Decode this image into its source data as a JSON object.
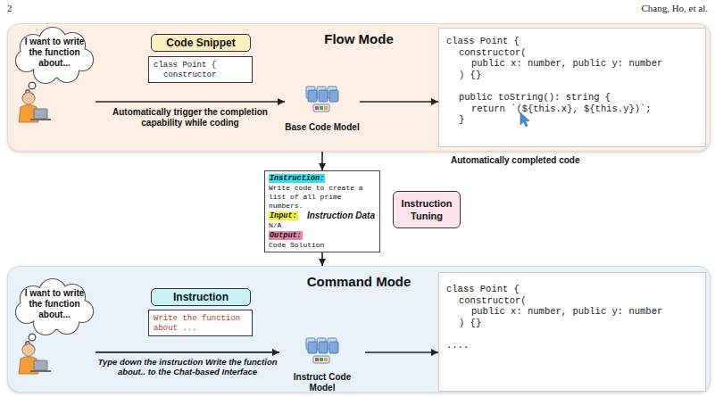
{
  "diagram": {
    "nodes": [
      {
        "text": [
          "Flow Mode"
        ]
      },
      {
        "text": [
          "I want to write the function about..."
        ],
        "in": 0
      },
      {
        "text": [
          "Code Snippet"
        ],
        "in": 0
      },
      {
        "text": [
          "class Point {",
          "constructor"
        ],
        "in": 0
      },
      {
        "text": [
          "Base Code Model"
        ],
        "in": 0
      },
      {
        "text": [
          "class Point {",
          "constructor(",
          "public x: number, public y: number",
          ") {}",
          "public toString(): string {",
          "return `(${this.x}, ${this.y})`;",
          "}"
        ],
        "in": 0
      },
      {
        "text": [
          "Instruction:",
          "Write code to create a list of all prime numbers.",
          "Input:",
          "N/A",
          "Output:",
          "Code Solution",
          "Instruction Data"
        ]
      },
      {
        "text": [
          "Instruction Tuning"
        ]
      },
      {
        "text": [
          "Command Mode"
        ]
      },
      {
        "text": [
          "I want to write the function about..."
        ],
        "in": 8
      },
      {
        "text": [
          "Instruction"
        ],
        "in": 8
      },
      {
        "text": [
          "Write the function about ..."
        ],
        "in": 8
      },
      {
        "text": [
          "Instruct Code Model"
        ],
        "in": 8
      },
      {
        "text": [
          "class Point {",
          "constructor(",
          "public x: number, public y: number",
          ") {}",
          "...."
        ],
        "in": 8
      }
    ],
    "edges": [
      {
        "from": 1,
        "to": 4,
        "label": "Automatically trigger the completion capability while coding",
        "arrow": "to"
      },
      {
        "from": 4,
        "to": 5,
        "arrow": "to"
      },
      {
        "from": 0,
        "to": 6,
        "arrow": "to"
      },
      {
        "from": 6,
        "to": 8,
        "arrow": "to"
      },
      {
        "from": 9,
        "to": 12,
        "label": "Type down the instruction Write the function about.. to the Chat-based Interface",
        "arrow": "to"
      },
      {
        "from": 12,
        "to": 13,
        "arrow": "to"
      }
    ],
    "labels": [
      "2",
      "Chang, Ho, et al.",
      "Automatically completed code"
    ]
  }
}
